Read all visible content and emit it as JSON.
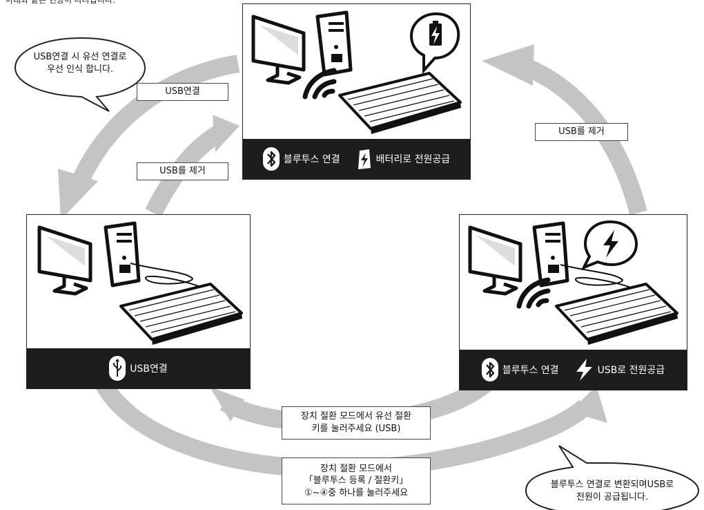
{
  "top_caption": "아래와 같은 현상이 나타납니다.",
  "panels": {
    "top": {
      "bar_left": "블루투스 연결",
      "bar_right": "배터리로 전원공급",
      "left_icon": "bluetooth-icon",
      "right_icon": "battery-charging-icon",
      "speech_icon": "battery-charging-icon"
    },
    "left": {
      "bar_text": "USB연결",
      "icon": "usb-icon"
    },
    "right": {
      "bar_left": "블루투스 연결",
      "bar_right": "USB로 전원공급",
      "left_icon": "bluetooth-icon",
      "right_icon": "lightning-icon",
      "speech_icon": "lightning-icon"
    }
  },
  "labels": {
    "usb_connect": "USB연결",
    "usb_remove_left": "USB를 제거",
    "usb_remove_right": "USB를 제거",
    "wired_switch_line1": "장치 절환 모드에서 유선 절환",
    "wired_switch_line2": "키를 눌러주세요 (USB)",
    "bt_switch_line1": "장치 절환 모드에서",
    "bt_switch_line2": "「블루투스 등록 / 절환키」",
    "bt_switch_line3": "①~④중 하나를 눌러주세요"
  },
  "bubbles": {
    "usb_priority_line1": "USB연결 시 유선 연결로",
    "usb_priority_line2": "우선 인식 합니다.",
    "bt_usb_power_line1": "블루투스 연결로 변환되며USB로",
    "bt_usb_power_line2": "전원이 공급됩니다."
  },
  "colors": {
    "arrow": "#c4c4c4",
    "bar": "#1d1d1d"
  }
}
